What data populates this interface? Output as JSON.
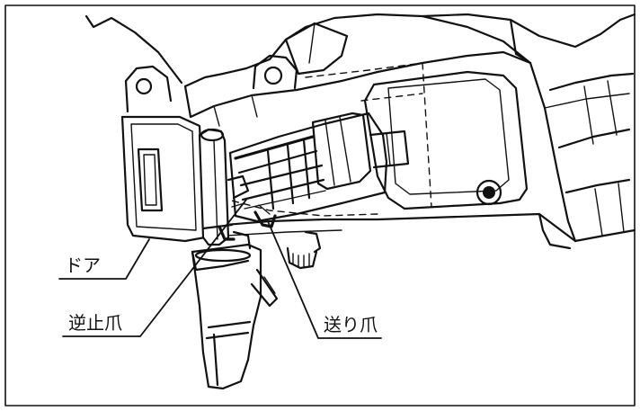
{
  "labels": {
    "door": "ドア",
    "check_pawl": "逆止爪",
    "feed_pawl": "送り爪"
  },
  "colors": {
    "ink": "#111111",
    "paper": "#ffffff"
  }
}
